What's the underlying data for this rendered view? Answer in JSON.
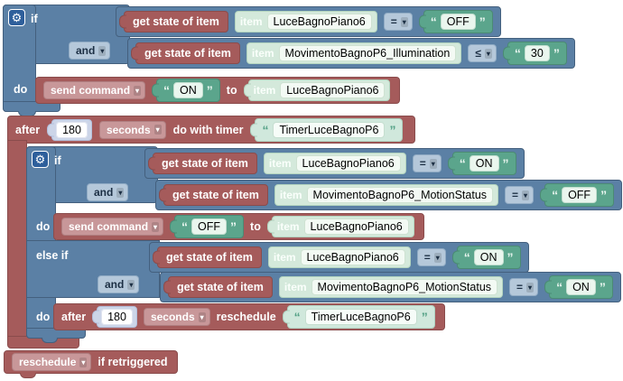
{
  "labels": {
    "if": "if",
    "and": "and",
    "do": "do",
    "else_if": "else if",
    "get_state": "get state of item",
    "item": "item",
    "to": "to",
    "after": "after",
    "send_command": "send command",
    "seconds": "seconds",
    "do_with_timer": "do with timer",
    "reschedule": "reschedule",
    "if_retriggered": "if retriggered",
    "oq": "“",
    "cq": "”",
    "gear": "⚙",
    "dd_arrow": "▾"
  },
  "colors": {
    "logic_blue": "#5b80a5",
    "action_red": "#a55b5b",
    "text_green": "#5ba58c",
    "item_mint": "#d4e9db"
  },
  "outer_if": {
    "conds": [
      {
        "item": "LuceBagnoPiano6",
        "op": "=",
        "value": "OFF"
      },
      {
        "item": "MovimentoBagnoP6_Illumination",
        "op": "≤",
        "value": "30"
      }
    ],
    "action": {
      "command": "ON",
      "item": "LuceBagnoPiano6"
    }
  },
  "after_block": {
    "delay": "180",
    "unit": "seconds",
    "timer": "TimerLuceBagnoP6"
  },
  "inner_if": {
    "if_conds": [
      {
        "item": "LuceBagnoPiano6",
        "op": "=",
        "value": "ON"
      },
      {
        "item": "MovimentoBagnoP6_MotionStatus",
        "op": "=",
        "value": "OFF"
      }
    ],
    "action": {
      "command": "OFF",
      "item": "LuceBagnoPiano6"
    },
    "elseif_conds": [
      {
        "item": "LuceBagnoPiano6",
        "op": "=",
        "value": "ON"
      },
      {
        "item": "MovimentoBagnoP6_MotionStatus",
        "op": "=",
        "value": "ON"
      }
    ],
    "elseif_action": {
      "delay": "180",
      "unit": "seconds",
      "timer": "TimerLuceBagnoP6"
    }
  },
  "footer": {
    "mode": "reschedule",
    "label": "if retriggered"
  }
}
